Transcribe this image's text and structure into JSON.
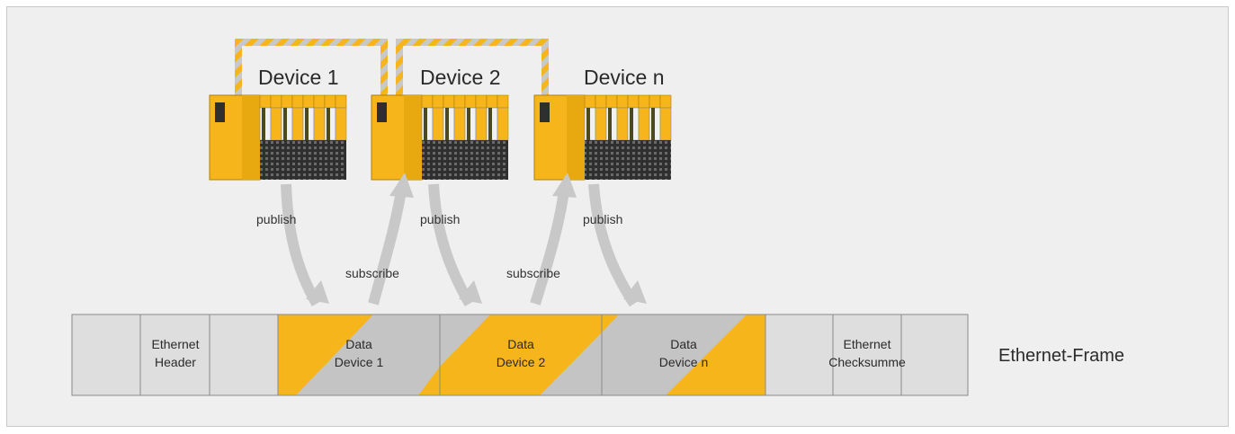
{
  "colors": {
    "accent_yellow": "#f7b51c",
    "frame_gray": "#c4c4c4",
    "header_gray": "#dedede",
    "arrow_gray": "#c8c8c8",
    "module_dark": "#2f2f2f",
    "module_green": "#4a4a1a"
  },
  "devices": [
    {
      "label": "Device 1"
    },
    {
      "label": "Device 2"
    },
    {
      "label": "Device n"
    }
  ],
  "flows": {
    "publish": "publish",
    "subscribe": "subscribe"
  },
  "frame": {
    "label": "Ethernet-Frame",
    "segments": [
      {
        "line1": "Ethernet",
        "line2": "Header"
      },
      {
        "line1": "Data",
        "line2": "Device 1"
      },
      {
        "line1": "Data",
        "line2": "Device 2"
      },
      {
        "line1": "Data",
        "line2": "Device n"
      },
      {
        "line1": "Ethernet",
        "line2": "Checksumme"
      }
    ]
  }
}
